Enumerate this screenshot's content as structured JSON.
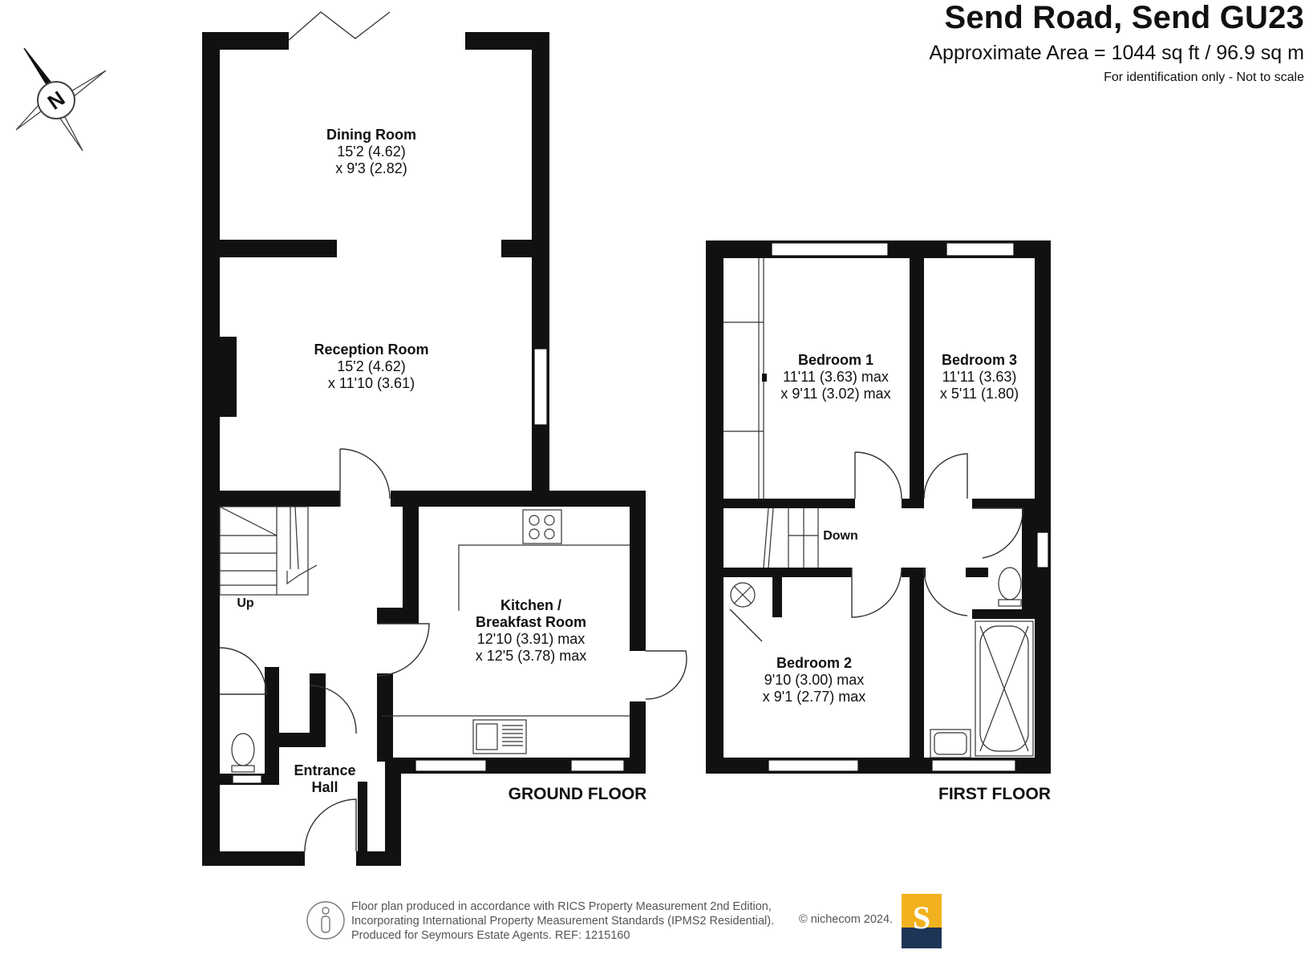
{
  "header": {
    "title": "Send Road, Send GU23",
    "area": "Approximate Area = 1044 sq ft / 96.9 sq m",
    "note": "For identification only - Not to scale"
  },
  "compass": {
    "letter": "N"
  },
  "floors": {
    "ground": "GROUND FLOOR",
    "first": "FIRST FLOOR"
  },
  "rooms": {
    "dining": {
      "name": "Dining Room",
      "dim1": "15'2 (4.62)",
      "dim2": "x 9'3 (2.82)"
    },
    "reception": {
      "name": "Reception Room",
      "dim1": "15'2 (4.62)",
      "dim2": "x 11'10 (3.61)"
    },
    "kitchen": {
      "name1": "Kitchen /",
      "name2": "Breakfast Room",
      "dim1": "12'10 (3.91) max",
      "dim2": "x 12'5 (3.78) max"
    },
    "entrance": {
      "name1": "Entrance",
      "name2": "Hall"
    },
    "bedroom1": {
      "name": "Bedroom 1",
      "dim1": "11'11 (3.63) max",
      "dim2": "x 9'11 (3.02) max"
    },
    "bedroom3": {
      "name": "Bedroom 3",
      "dim1": "11'11 (3.63)",
      "dim2": "x 5'11 (1.80)"
    },
    "bedroom2": {
      "name": "Bedroom 2",
      "dim1": "9'10 (3.00) max",
      "dim2": "x 9'1 (2.77) max"
    }
  },
  "stairs": {
    "up": "Up",
    "down": "Down"
  },
  "footer": {
    "line1": "Floor plan produced in accordance with RICS Property Measurement 2nd Edition,",
    "line2": "Incorporating International Property Measurement Standards (IPMS2 Residential).",
    "line3": "Produced for Seymours Estate Agents.   REF: 1215160",
    "copyright": "© nichecom 2024.",
    "logo_letter": "S"
  },
  "colors": {
    "wall": "#111111",
    "text": "#111111",
    "logo_gold": "#f2b21f",
    "logo_navy": "#1d3557"
  }
}
